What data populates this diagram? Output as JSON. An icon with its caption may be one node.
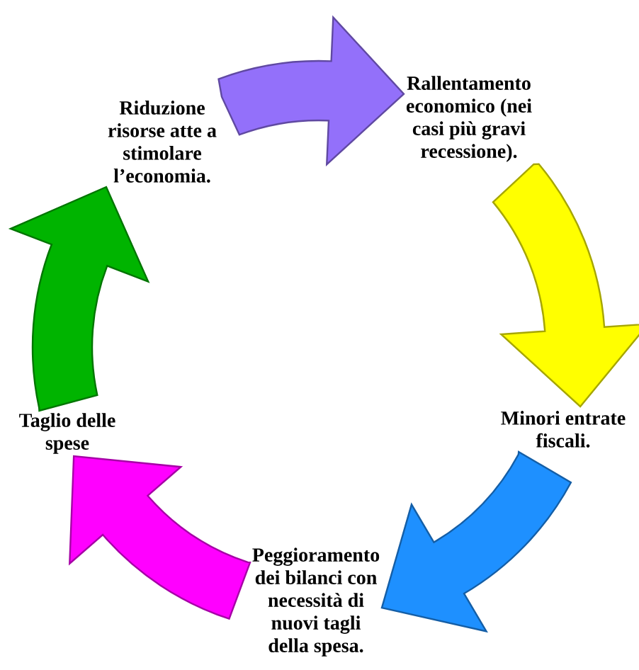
{
  "diagram": {
    "nodes": [
      {
        "text": [
          "Rallentamento economico (nei casi più gravi recessione)."
        ]
      },
      {
        "text": [
          "Minori entrate fiscali."
        ]
      },
      {
        "text": [
          "Peggioramento dei bilanci con necessità di nuovi tagli della spesa."
        ]
      },
      {
        "text": [
          "Taglio delle spese"
        ]
      },
      {
        "text": [
          "Riduzione risorse atte a stimolare l’economia."
        ]
      }
    ],
    "edges": [
      {
        "from": 0,
        "to": 1,
        "arrow": "to",
        "color": "#ffff00"
      },
      {
        "from": 1,
        "to": 2,
        "arrow": "to",
        "color": "#1e90ff"
      },
      {
        "from": 2,
        "to": 3,
        "arrow": "to",
        "color": "#ff00ff"
      },
      {
        "from": 3,
        "to": 4,
        "arrow": "to",
        "color": "#00b400"
      },
      {
        "from": 4,
        "to": 0,
        "arrow": "to",
        "color": "#9370fa"
      }
    ]
  }
}
